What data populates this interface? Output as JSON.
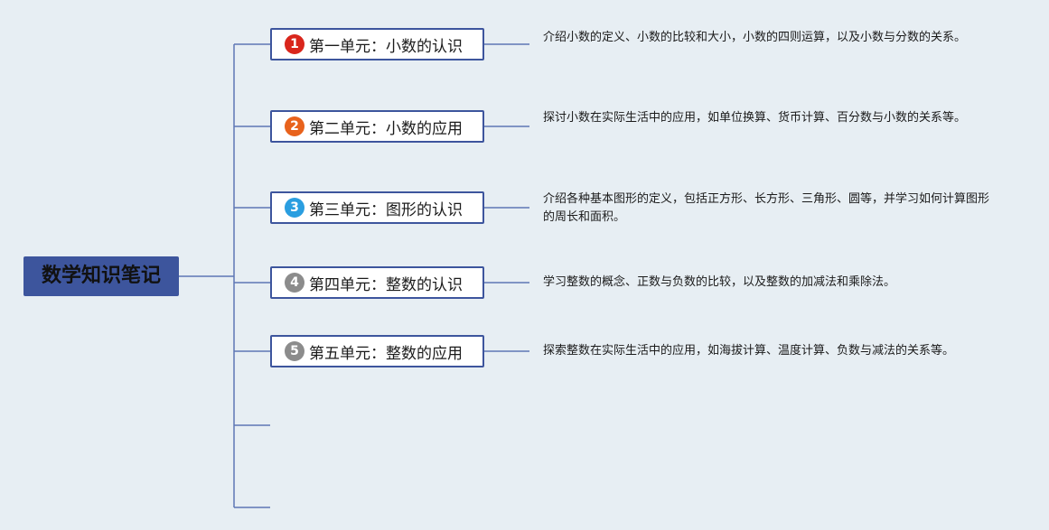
{
  "root": {
    "label": "数学知识笔记",
    "color": "#3d559d"
  },
  "branches": [
    {
      "number": "1",
      "badge_color": "#d9261c",
      "label": "第一单元：小数的认识",
      "note": "介绍小数的定义、小数的比较和大小，小数的四则运算，以及小数与分数的关系。"
    },
    {
      "number": "2",
      "badge_color": "#e8621c",
      "label": "第二单元：小数的应用",
      "note": "探讨小数在实际生活中的应用，如单位换算、货币计算、百分数与小数的关系等。"
    },
    {
      "number": "3",
      "badge_color": "#2a9ee0",
      "label": "第三单元：图形的认识",
      "note": "介绍各种基本图形的定义，包括正方形、长方形、三角形、圆等，并学习如何计算图形的周长和面积。"
    },
    {
      "number": "4",
      "badge_color": "#8c8c8c",
      "label": "第四单元：整数的认识",
      "note": "学习整数的概念、正数与负数的比较，以及整数的加减法和乘除法。"
    },
    {
      "number": "5",
      "badge_color": "#8c8c8c",
      "label": "第五单元：整数的应用",
      "note": "探索整数在实际生活中的应用，如海拔计算、温度计算、负数与减法的关系等。"
    }
  ],
  "connector_color": "#5f76b5"
}
